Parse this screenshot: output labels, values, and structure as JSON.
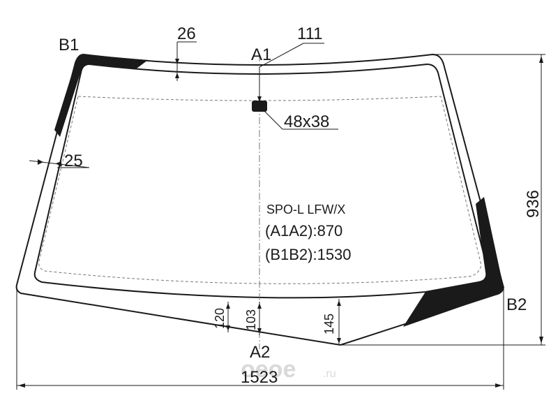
{
  "labels": {
    "b1": "B1",
    "b2": "B2",
    "a1": "A1",
    "a2": "A2"
  },
  "dimensions": {
    "top_border": "26",
    "side_border": "25",
    "sensor_offset": "111",
    "sensor_size": "48x38",
    "height": "936",
    "width": "1523",
    "bottom_120": "120",
    "bottom_103": "103",
    "bottom_145": "145"
  },
  "info": {
    "model": "SPO-L LFW/X",
    "a1a2": "(A1A2):870",
    "b1b2": "(B1B2):1530"
  },
  "watermark": {
    "brand": "oeoe",
    "domain": ".ru"
  }
}
